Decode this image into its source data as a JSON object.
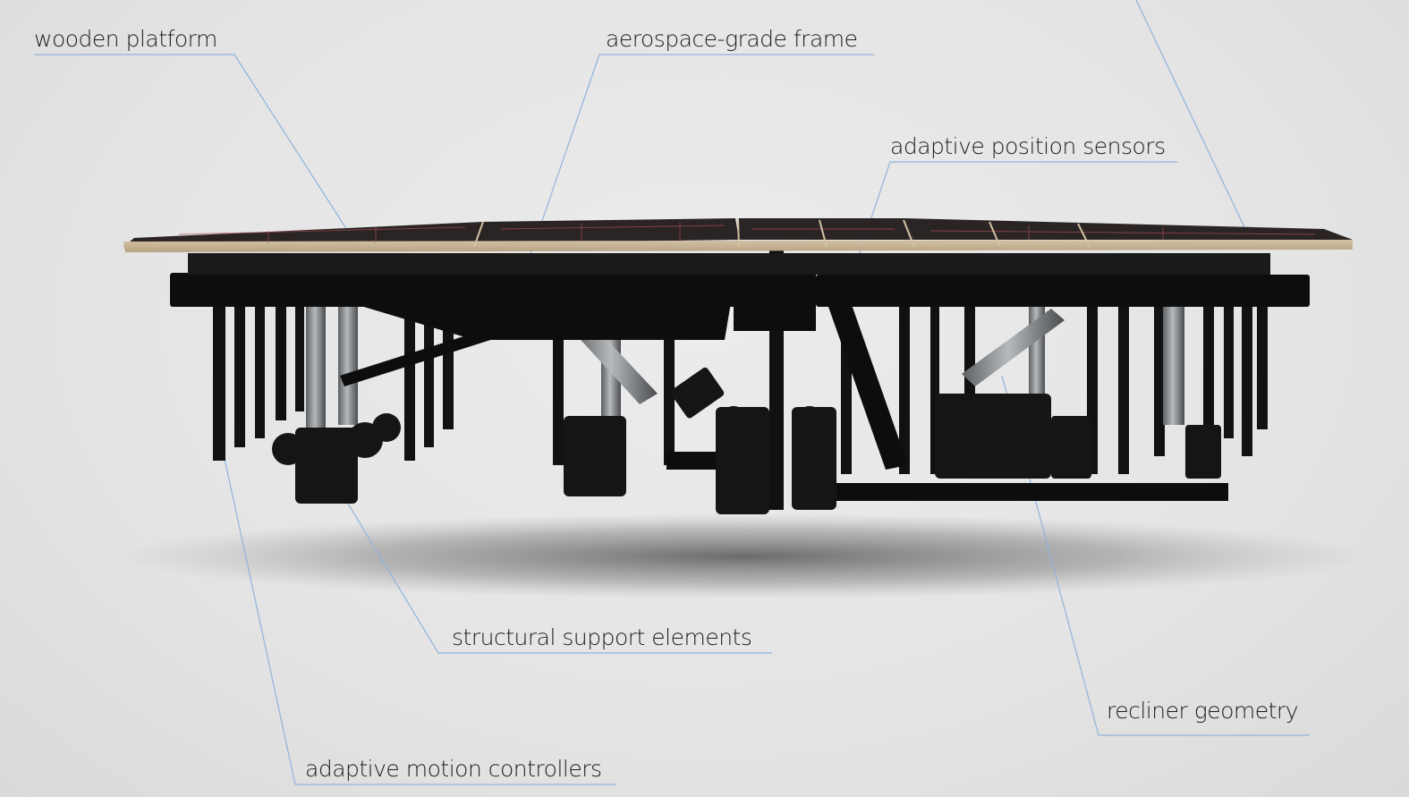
{
  "callouts": {
    "wooden_platform": "wooden platform",
    "aerospace_frame": "aerospace-grade frame",
    "position_sensors": "adaptive position sensors",
    "structural_support": "structural support elements",
    "recliner_geometry": "recliner geometry",
    "motion_controllers": "adaptive motion controllers"
  },
  "colors": {
    "leader_line": "#8fb3d9",
    "label_text": "#1e1e1e",
    "platform_wood": "#c9b496",
    "platform_top": "#2b2424",
    "platform_grid": "#b0505a",
    "mechanism": "#111111",
    "cylinder": "#8a8d90",
    "shadow": "#6a6a6a"
  }
}
